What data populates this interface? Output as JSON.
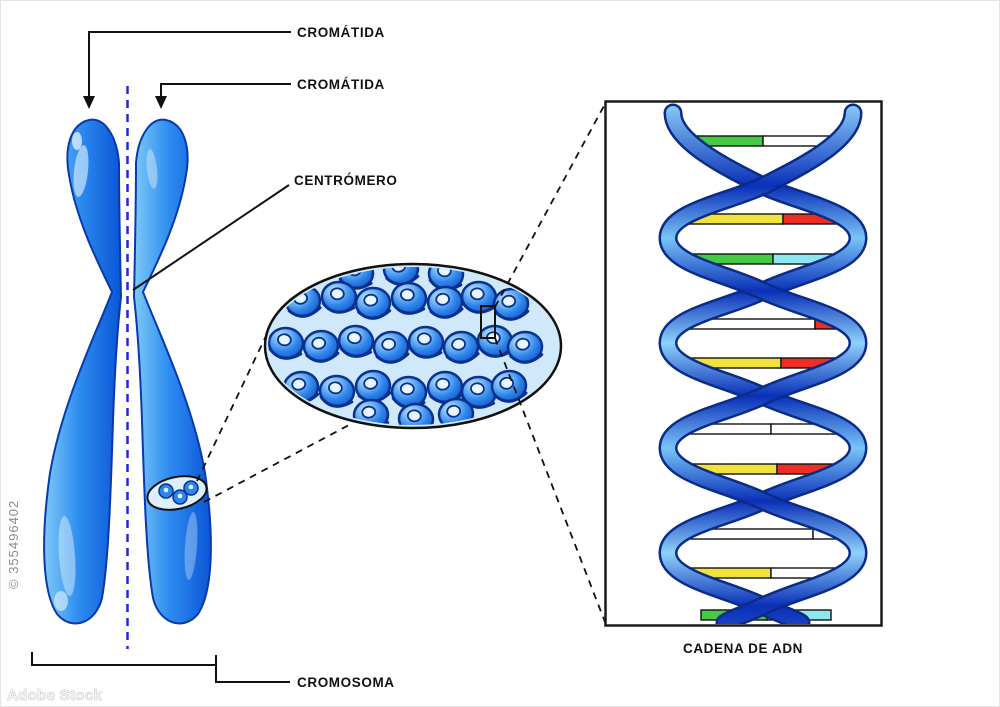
{
  "diagram": {
    "labels": {
      "cromatida_top": "CROMÁTIDA",
      "cromatida_bottom": "CROMÁTIDA",
      "centromero": "CENTRÓMERO",
      "cromosoma": "CROMOSOMA",
      "cadena_adn": "CADENA DE ADN"
    },
    "watermark": {
      "id_text": "© 355496402",
      "brand_text": "Adobe Stock"
    },
    "palette": {
      "chromosome_light": "#7fc9f7",
      "chromosome_mid": "#2e8df0",
      "chromosome_dark": "#0b55d6",
      "helix_dark": "#0a2fb8",
      "helix_light": "#8ed2fa",
      "base_green": "#44ca44",
      "base_cyan": "#8ee6f2",
      "base_yellow": "#f2e23c",
      "base_red": "#ee2e24",
      "white": "#ffffff",
      "centerline_blue": "#2323e8",
      "line_black": "#111111"
    }
  }
}
